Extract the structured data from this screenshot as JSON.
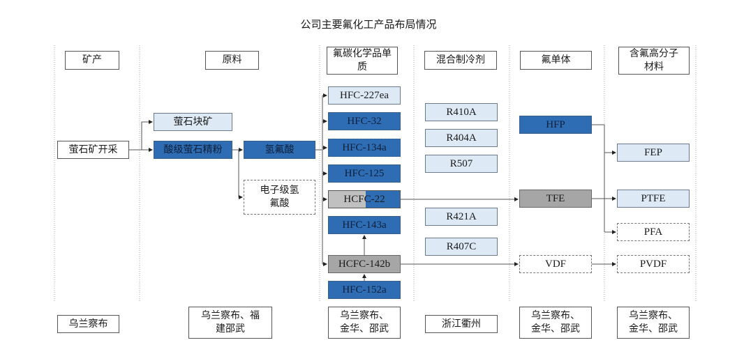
{
  "title": "公司主要氟化工产品布局情况",
  "headers": [
    "矿产",
    "原料",
    "氟碳化学品单质",
    "混合制冷剂",
    "氟单体",
    "含氟高分子材料"
  ],
  "raw": {
    "lump": "萤石块矿",
    "mining": "萤石矿开采",
    "acid_grade": "酸级萤石精粉",
    "hf": "氢氟酸",
    "e_hf": "电子级氢氟酸"
  },
  "fluorocarbons": [
    "HFC-227ea",
    "HFC-32",
    "HFC-134a",
    "HFC-125",
    "HCFC-22",
    "HFC-143a",
    "HCFC-142b",
    "HFC-152a"
  ],
  "blends": [
    "R410A",
    "R404A",
    "R507",
    "R421A",
    "R407C"
  ],
  "monomers": [
    "HFP",
    "TFE",
    "VDF"
  ],
  "polymers": [
    "FEP",
    "PTFE",
    "PFA",
    "PVDF"
  ],
  "locations": [
    "乌兰察布",
    "乌兰察布、福建邵武",
    "乌兰察布、金华、邵武",
    "浙江衢州",
    "乌兰察布、金华、邵武",
    "乌兰察布、金华、邵武"
  ]
}
